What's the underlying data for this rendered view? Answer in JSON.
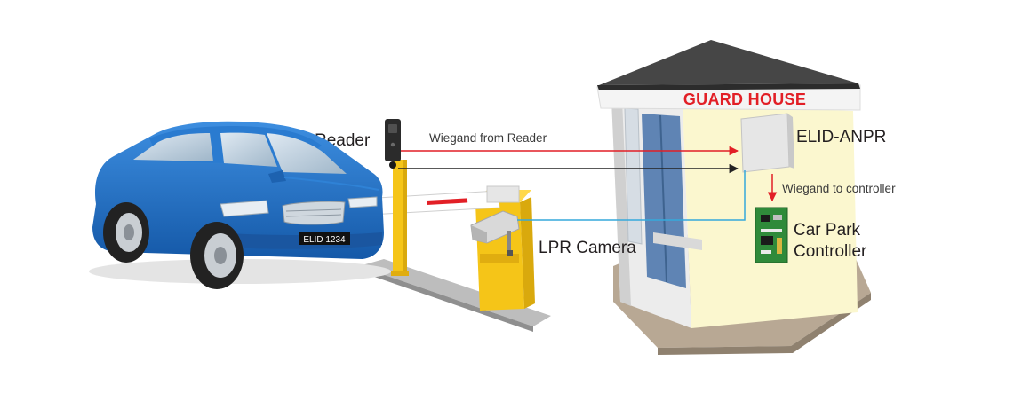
{
  "labels": {
    "guard_house": "GUARD HOUSE",
    "reader": "Reader",
    "wiegand_from_reader": "Wiegand from Reader",
    "elid_anpr": "ELID-ANPR",
    "wiegand_to_controller": "Wiegand to controller",
    "car_park_line1": "Car Park",
    "car_park_line2": "Controller",
    "lpr_camera": "LPR Camera",
    "license_plate": "ELID 1234"
  },
  "colors": {
    "car_body": "#1f6fc4",
    "barrier_post": "#f5c518",
    "barrier_stripe": "#e21f26",
    "guard_house_wall": "#fbf7cf",
    "roof": "#444444",
    "reader_signal_line": "#e21f26",
    "camera_signal_line": "#35a9dc",
    "control_line": "#222222",
    "controller_board": "#2f8a3a"
  }
}
